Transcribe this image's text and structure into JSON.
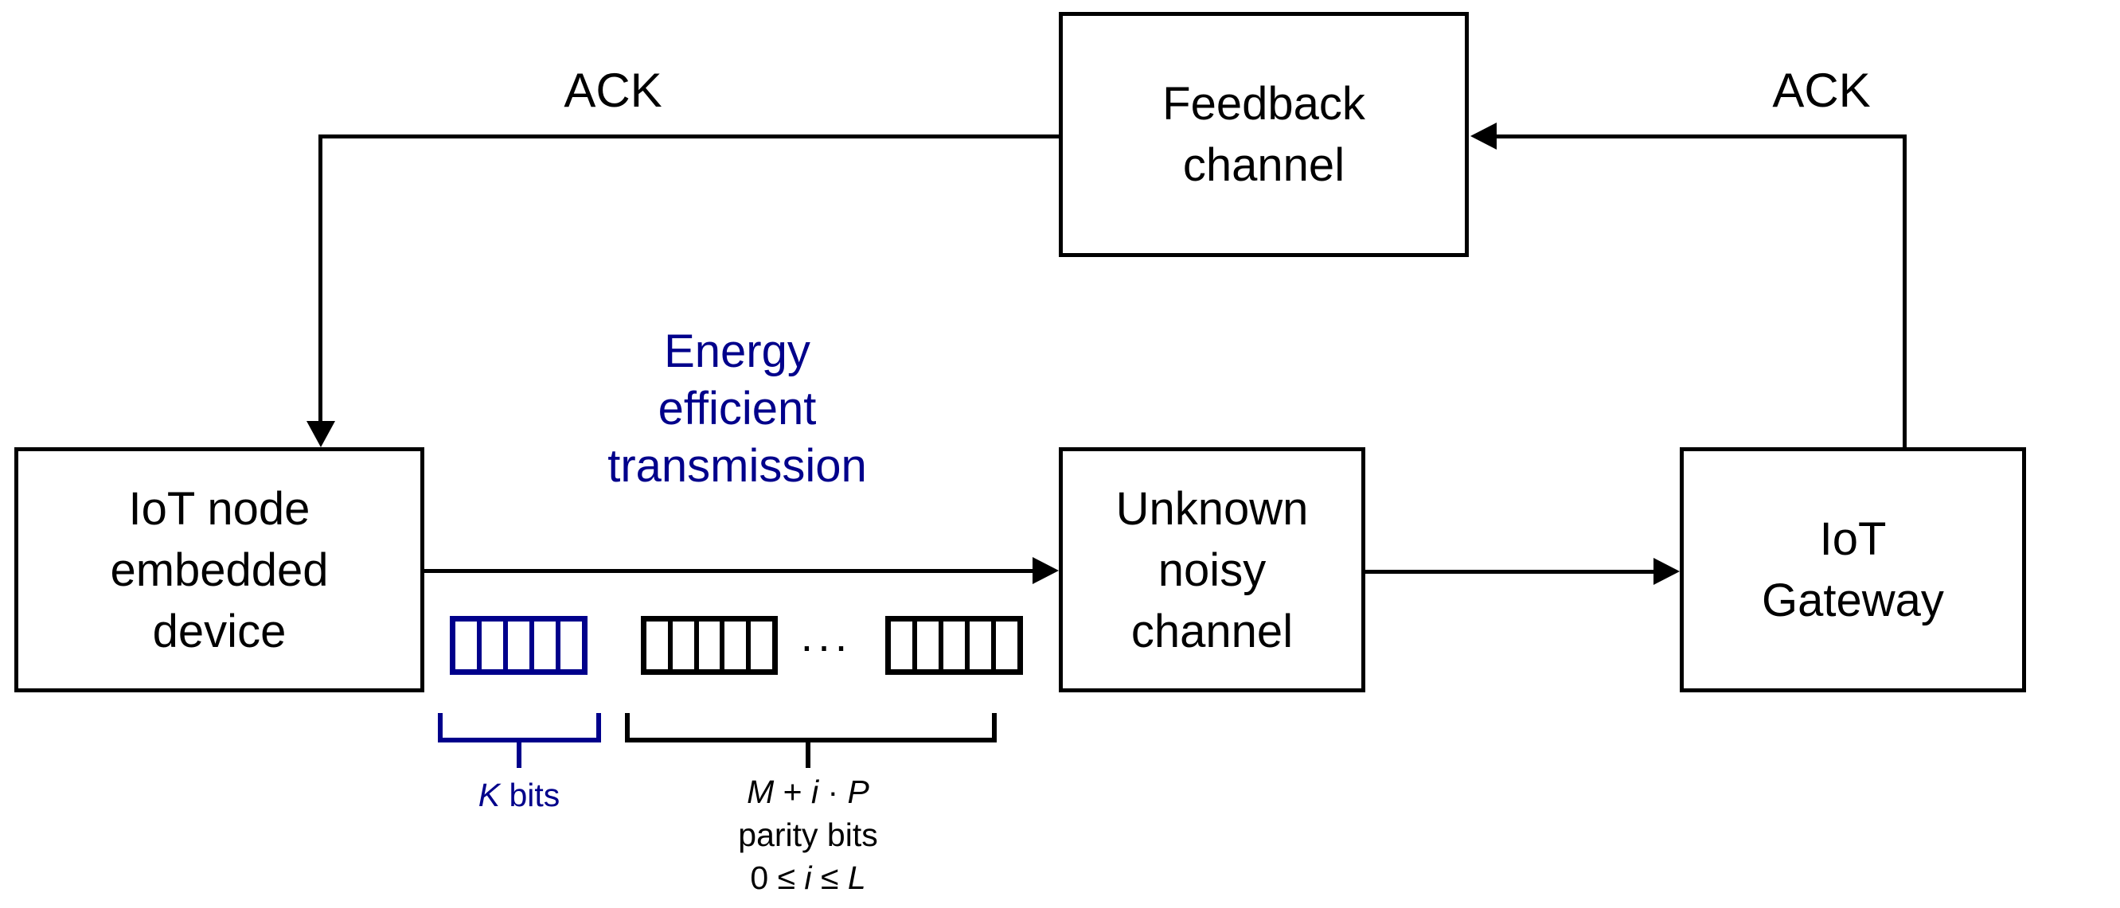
{
  "figure": {
    "colors": {
      "accent_blue": "#00008B",
      "line_black": "#000000",
      "background": "#FFFFFF"
    },
    "boxes": {
      "feedback": {
        "lines": [
          "Feedback",
          "channel"
        ]
      },
      "iot_node": {
        "lines": [
          "IoT node",
          "embedded",
          "device"
        ]
      },
      "noisy_channel": {
        "lines": [
          "Unknown noisy",
          "channel"
        ]
      },
      "gateway": {
        "lines": [
          "IoT",
          "Gateway"
        ]
      }
    },
    "labels": {
      "ack_left": "ACK",
      "ack_right": "ACK",
      "energy": {
        "lines": [
          "Energy",
          "efficient",
          "transmission"
        ]
      },
      "ellipsis": "...",
      "k_bits": {
        "var_k": "K",
        "rest": " bits"
      },
      "parity_formula": {
        "var_m": "M",
        "op_plus": " + ",
        "var_i": "i",
        "op_dot": " · ",
        "var_p": "P"
      },
      "parity_label": "parity bits",
      "parity_range": {
        "pre": "0 ≤ ",
        "var_i": "i",
        "mid": " ≤ ",
        "var_l": "L"
      }
    },
    "bit_blocks": {
      "cells_per_block": 5,
      "block_count": 3
    }
  }
}
